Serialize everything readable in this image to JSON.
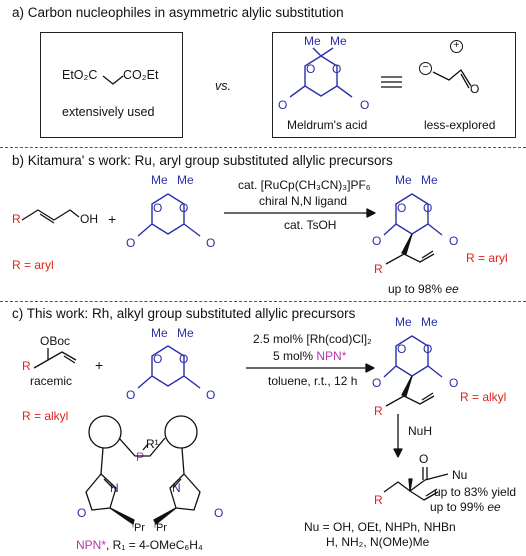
{
  "section_a": {
    "title": "a) Carbon nucleophiles in asymmetric alylic substitution",
    "malonate_formula": "EtO₂C⁀CO₂Et",
    "malonate_left": "EtO₂C",
    "malonate_right": "CO₂Et",
    "malonate_caption": "extensively used",
    "vs": "vs.",
    "meldrum_caption": "Meldrum's acid",
    "less_caption": "less-explored",
    "me": "Me",
    "o": "O",
    "plus_charge": "+",
    "minus_charge": "−"
  },
  "section_b": {
    "title": "b) Kitamura' s work: Ru, aryl group substituted allylic precursors",
    "r_label": "R",
    "oh_label": "OH",
    "plus": "+",
    "cond_1": "cat. [RuCp(CH₃CN)₃]PF₆",
    "cond_2": "chiral N,N ligand",
    "cond_3": "cat. TsOH",
    "r_aryl_left": "R = aryl",
    "r_aryl_right": "R = aryl",
    "ee_text": "up to 98% ",
    "ee_italic": "ee"
  },
  "section_c": {
    "title": "c) This work: Rh, alkyl group substituted allylic precursors",
    "oboc": "OBoc",
    "r_label": "R",
    "racemic": "racemic",
    "plus": "+",
    "r_alkyl_left": "R = alkyl",
    "r_alkyl_right": "R = alkyl",
    "cond_1": "2.5 mol% [Rh(cod)Cl]₂",
    "cond_2_pre": "5 mol% ",
    "cond_2_npn": "NPN*",
    "cond_3": "toluene, r.t., 12 h",
    "nuh": "NuH",
    "nu": "Nu",
    "yield": "up to 83% yield",
    "ee_text": "up to 99% ",
    "ee_italic": "ee",
    "nu_list_1": "Nu = OH, OEt, NHPh, NHBn",
    "nu_list_2": "H, NH₂, N(OMe)Me",
    "ligand_p": "P",
    "ligand_r1": "R¹",
    "ligand_n": "N",
    "ligand_o": "O",
    "ligand_ipr": "ⁱPr",
    "ligand_caption_npn": "NPN*",
    "ligand_caption_rest": ", R₁ = 4-OMeC₆H₄"
  }
}
